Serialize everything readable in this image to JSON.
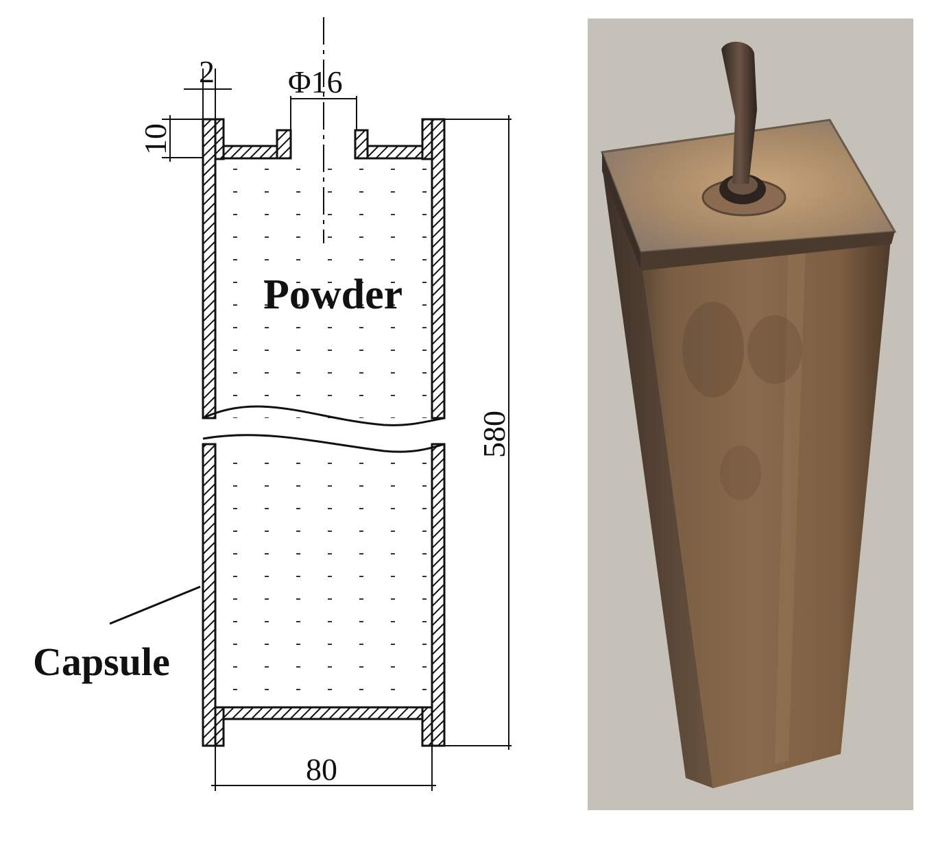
{
  "diagram": {
    "dimensions": {
      "wall_thickness": "2",
      "nozzle_diameter": "Φ16",
      "lid_height": "10",
      "height": "580",
      "width": "80"
    },
    "labels": {
      "powder": "Powder",
      "capsule": "Capsule"
    }
  },
  "colors": {
    "line": "#111111",
    "photo_ground": "#c8c4bc",
    "capsule_body": "#7a5c3e",
    "capsule_highlight": "#a9896a",
    "lid_top": "#b59a7a",
    "tube": "#4a3a30"
  }
}
